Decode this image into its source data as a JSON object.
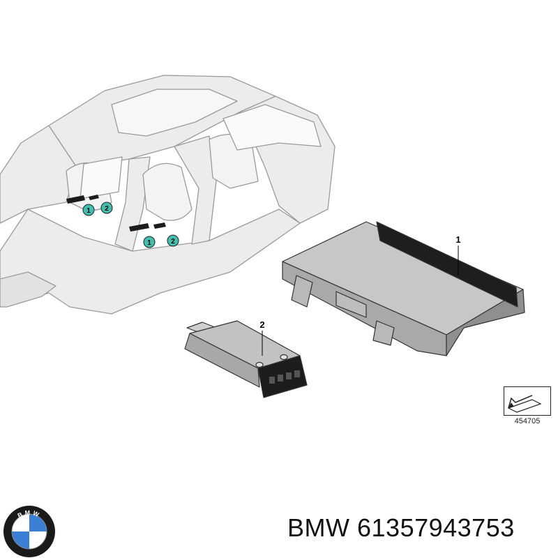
{
  "diagram": {
    "callouts": [
      "1",
      "2"
    ],
    "badges": [
      "1",
      "2",
      "1",
      "2"
    ],
    "reference_code": "454705"
  },
  "footer": {
    "brand": "BMW",
    "part_number": "61357943753",
    "logo_letters": "BMW"
  },
  "colors": {
    "badge_fill": "#3fbfae",
    "logo_blue": "#3b7fd4",
    "logo_ring": "#1a1a1a",
    "module_body": "#b4b4b4",
    "car_body": "#ececec"
  }
}
